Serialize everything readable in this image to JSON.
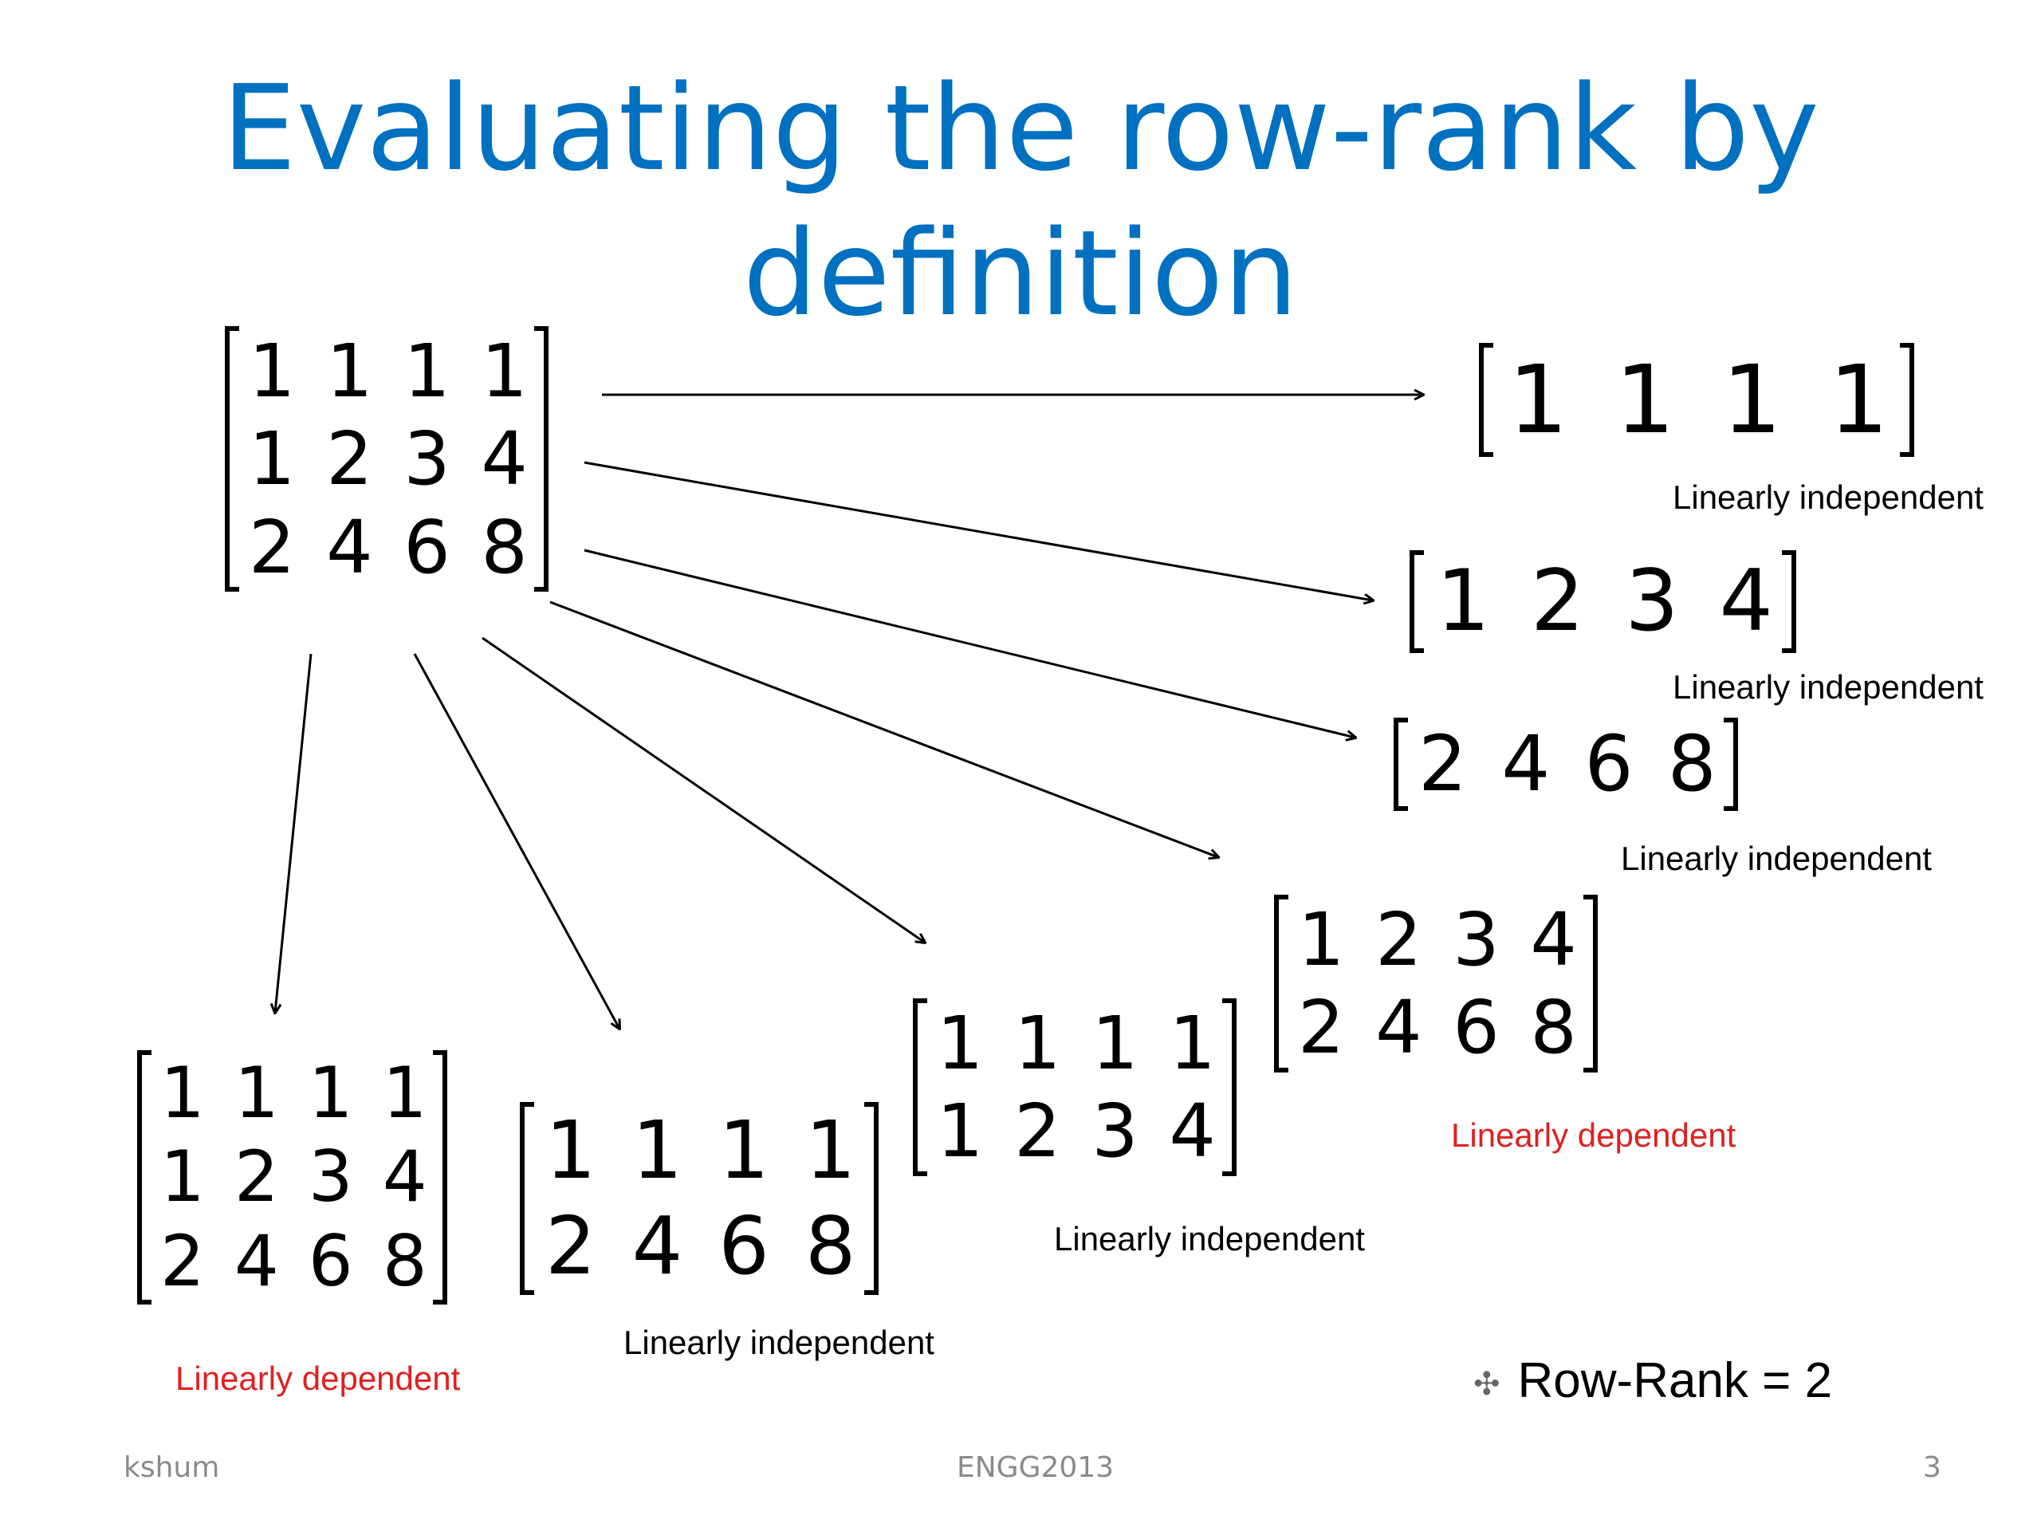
{
  "slide": {
    "title": "Evaluating the row-rank by definition",
    "matrices": {
      "main": [
        [
          "1",
          "1",
          "1",
          "1"
        ],
        [
          "1",
          "2",
          "3",
          "4"
        ],
        [
          "2",
          "4",
          "6",
          "8"
        ]
      ],
      "row1": [
        [
          "1",
          "1",
          "1",
          "1"
        ]
      ],
      "row2": [
        [
          "1",
          "2",
          "3",
          "4"
        ]
      ],
      "row3": [
        [
          "2",
          "4",
          "6",
          "8"
        ]
      ],
      "rows23": [
        [
          "1",
          "2",
          "3",
          "4"
        ],
        [
          "2",
          "4",
          "6",
          "8"
        ]
      ],
      "rows12": [
        [
          "1",
          "1",
          "1",
          "1"
        ],
        [
          "1",
          "2",
          "3",
          "4"
        ]
      ],
      "rows13": [
        [
          "1",
          "1",
          "1",
          "1"
        ],
        [
          "2",
          "4",
          "6",
          "8"
        ]
      ],
      "rows123": [
        [
          "1",
          "1",
          "1",
          "1"
        ],
        [
          "1",
          "2",
          "3",
          "4"
        ],
        [
          "2",
          "4",
          "6",
          "8"
        ]
      ]
    },
    "labels": {
      "row1": "Linearly independent",
      "row2": "Linearly independent",
      "row3": "Linearly independent",
      "rows23": "Linearly dependent",
      "rows12": "Linearly independent",
      "rows13": "Linearly independent",
      "rows123": "Linearly dependent"
    },
    "colors": {
      "title": "#0070c0",
      "dependent": "#e02020",
      "independent": "#000000"
    },
    "result": {
      "bullet_icon": "bullet-glyph-icon",
      "text": "Row-Rank = 2"
    }
  },
  "footer": {
    "author": "kshum",
    "course": "ENGG2013",
    "page": "3"
  }
}
